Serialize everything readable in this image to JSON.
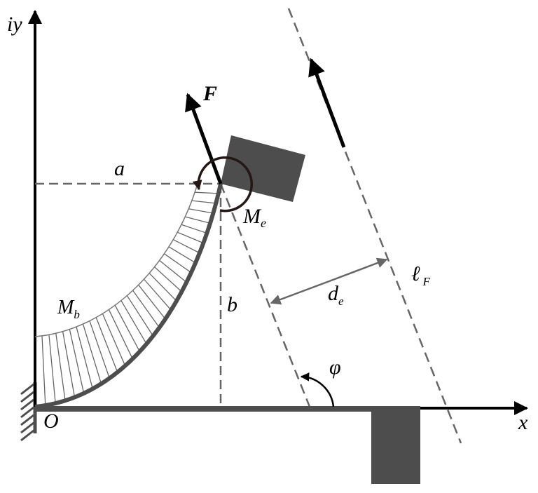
{
  "labels": {
    "y_axis": "iy",
    "x_axis": "x",
    "origin": "O",
    "force": "F",
    "a": "a",
    "b": "b",
    "moment_end": "M",
    "moment_end_sub": "e",
    "moment_bend": "M",
    "moment_bend_sub": "b",
    "distance": "d",
    "distance_sub": "e",
    "line_of_force": "ℓ",
    "line_of_force_sub": "F",
    "angle": "φ"
  },
  "colors": {
    "beam": "#4d4d4d",
    "axis": "#000000",
    "dash": "#666666",
    "moment_arc": "#231815"
  }
}
